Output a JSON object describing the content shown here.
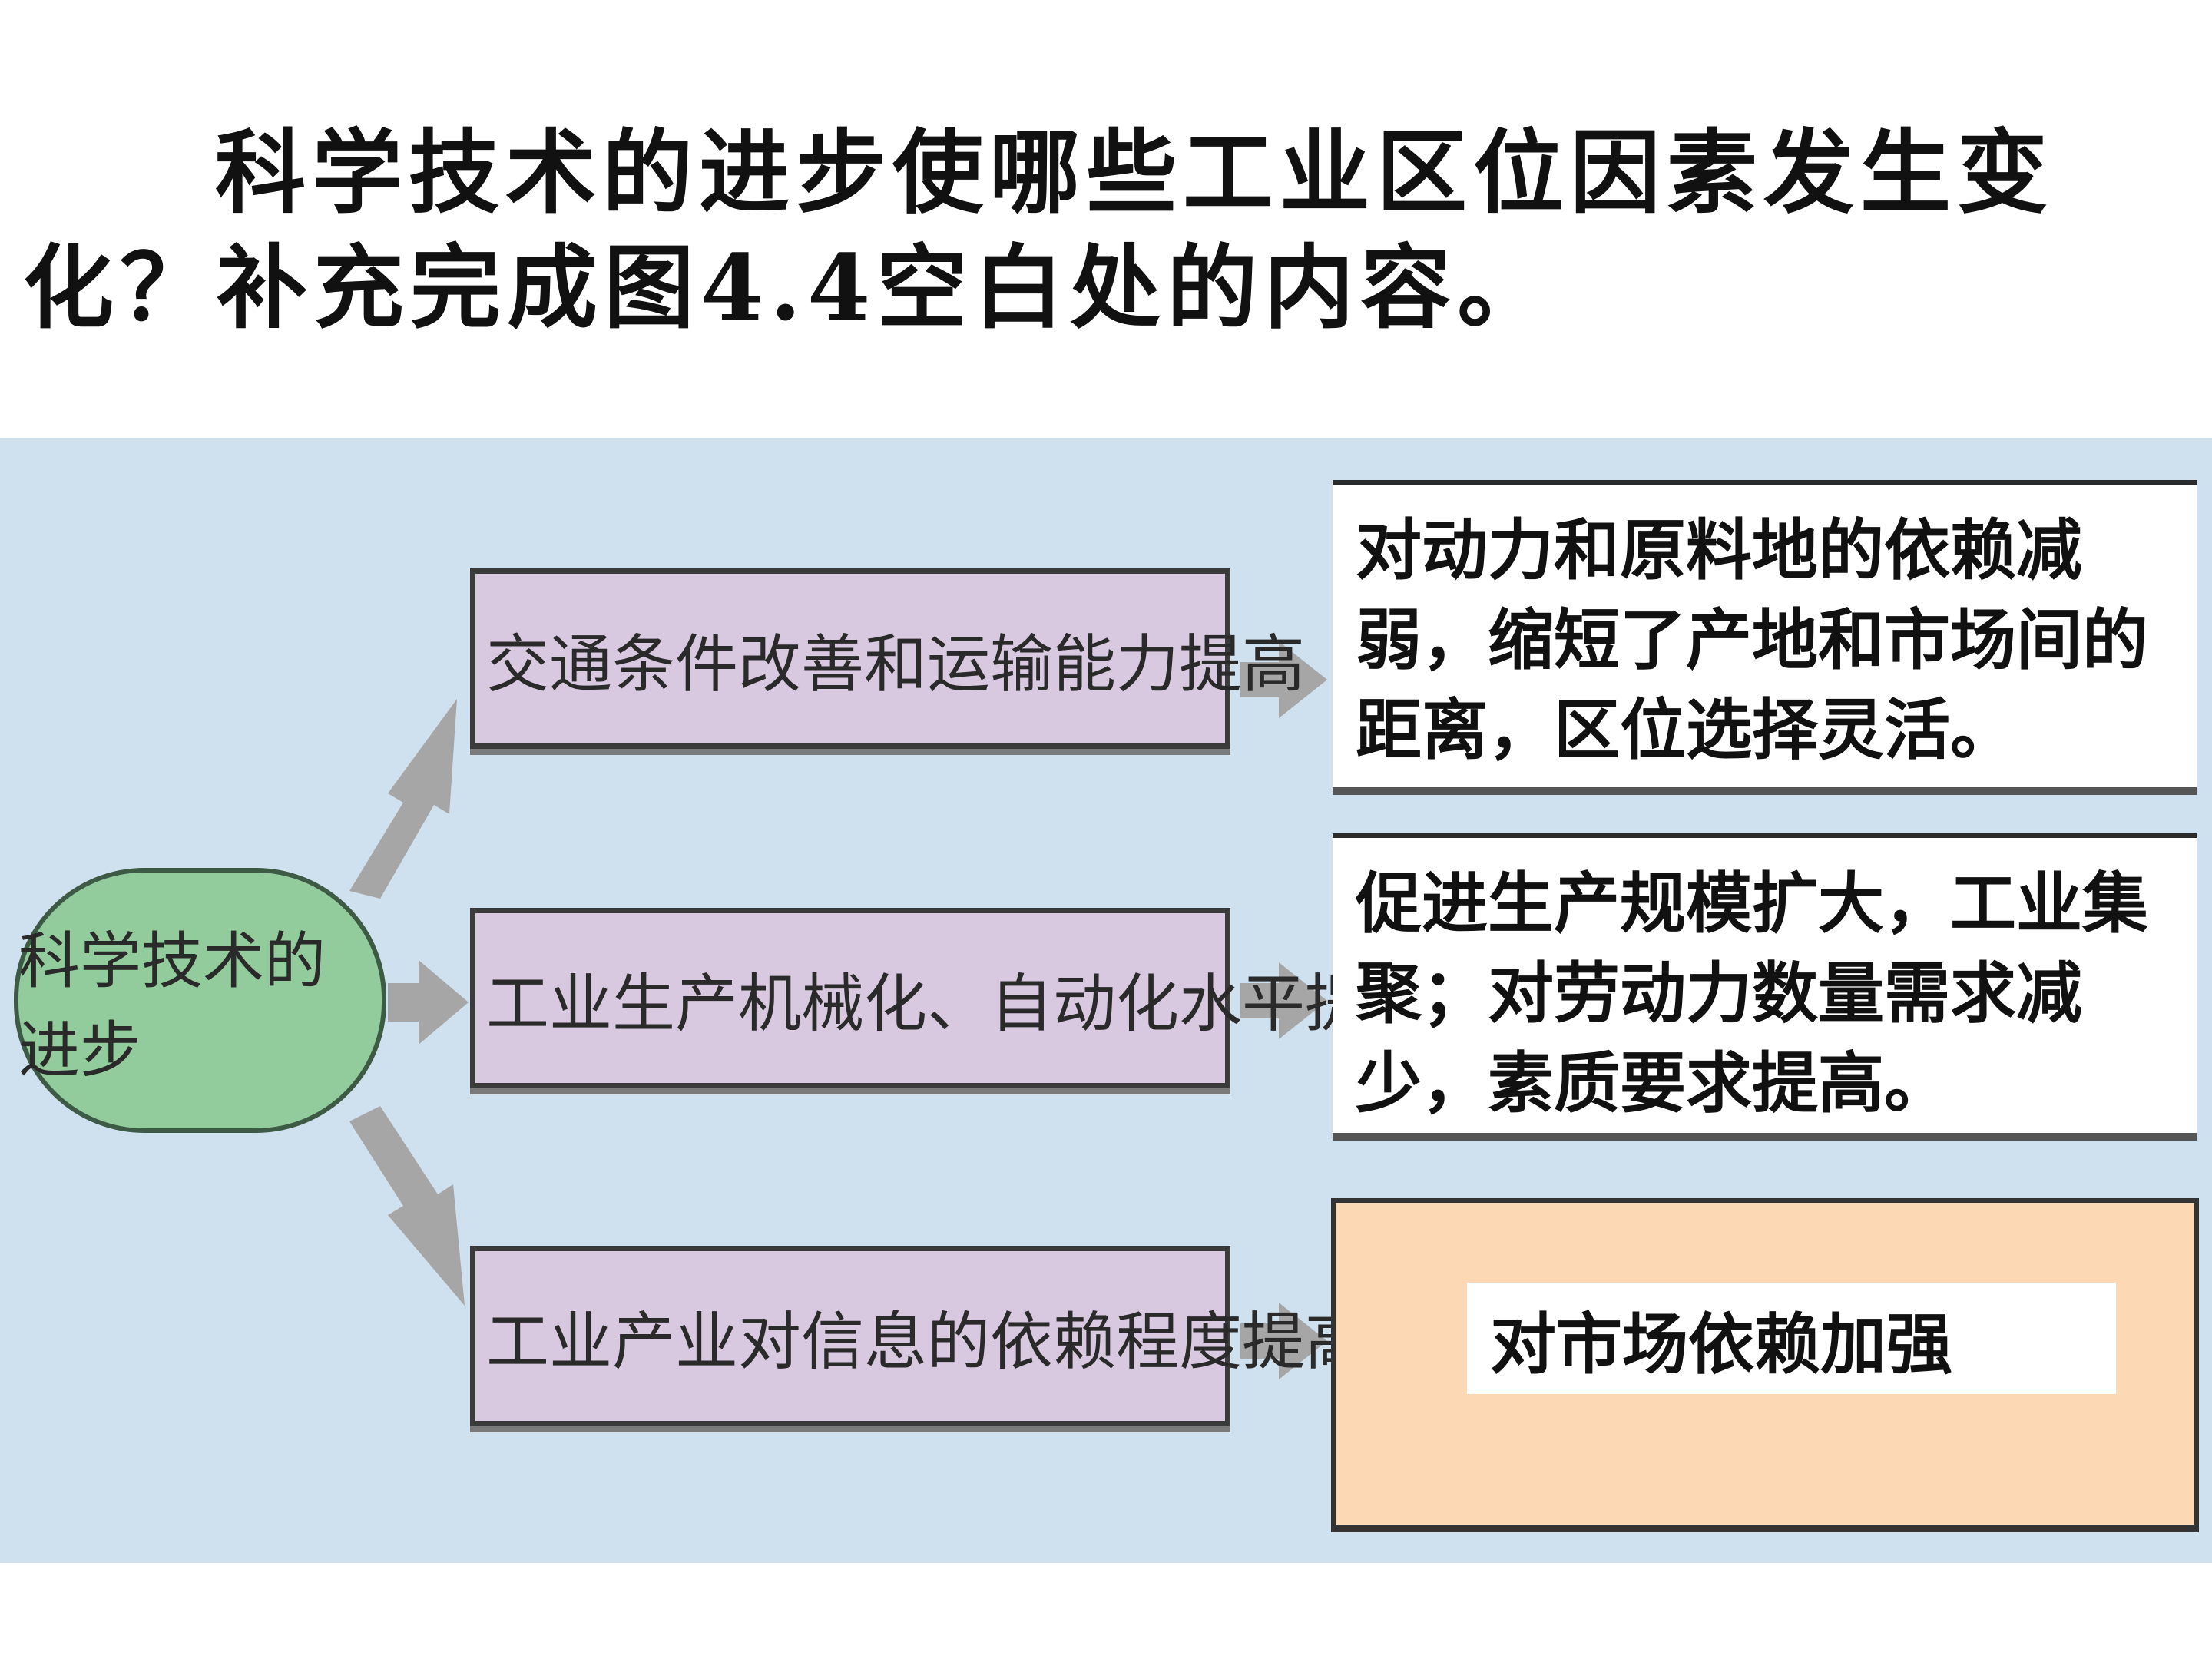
{
  "question": {
    "line1": "科学技术的进步使哪些工业区位因素发生变",
    "line2": "化？补充完成图4.4空白处的内容。"
  },
  "center": {
    "label": "科学技术的进步"
  },
  "factors": [
    {
      "label": "交通条件改善和运输能力提高"
    },
    {
      "label": "工业生产机械化、自动化水平提高"
    },
    {
      "label": "工业产业对信息的依赖程度提高"
    }
  ],
  "answers": [
    {
      "text": "对动力和原料地的依赖减弱，缩短了产地和市场间的距离，区位选择灵活。"
    },
    {
      "text": "促进生产规模扩大，工业集聚；对劳动力数量需求减少，素质要求提高。"
    },
    {
      "text": "对市场依赖加强"
    }
  ],
  "colors": {
    "diagram_bg": "#cfe0ee",
    "center_node": "#93cc9c",
    "factor_box": "#d8c8e0",
    "answer_highlight": "#fcd9b4",
    "arrow": "#a6a6a6"
  }
}
